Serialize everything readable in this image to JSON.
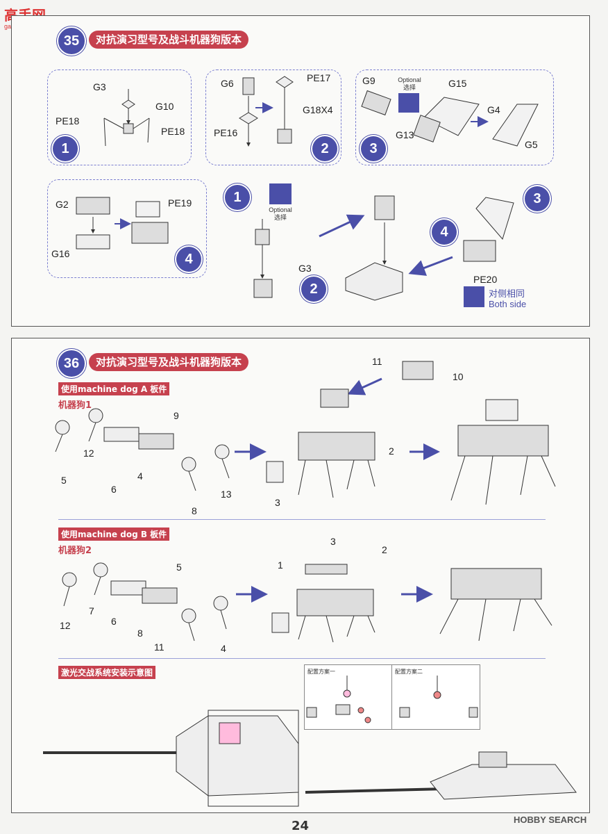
{
  "watermark": {
    "title": "高手网",
    "url": "gao-shou.com"
  },
  "step35": {
    "number": "35",
    "title": "对抗演习型号及战斗机器狗版本",
    "sub1": {
      "n": "1",
      "labels": [
        "G3",
        "G10",
        "PE18",
        "PE18"
      ]
    },
    "sub2": {
      "n": "2",
      "labels": [
        "G6",
        "PE17",
        "G18X4",
        "PE16"
      ]
    },
    "sub3": {
      "n": "3",
      "labels": [
        "G9",
        "G15",
        "G13",
        "G4",
        "G5"
      ],
      "optional_en": "Optional",
      "optional_cn": "选择"
    },
    "sub4": {
      "n": "4",
      "labels": [
        "G2",
        "PE19",
        "G16"
      ]
    },
    "final": {
      "n1": "1",
      "n2": "2",
      "n3": "3",
      "n4": "4",
      "optional_en": "Optional",
      "optional_cn": "选择",
      "g3": "G3",
      "pe20": "PE20",
      "both_cn": "对侧相同",
      "both_en": "Both side"
    }
  },
  "step36": {
    "number": "36",
    "title": "对抗演习型号及战斗机器狗版本",
    "dog_a": {
      "bar": "使用machine dog A 板件",
      "name": "机器狗1",
      "labels": [
        "11",
        "10",
        "9",
        "12",
        "6",
        "4",
        "5",
        "8",
        "13",
        "3",
        "2"
      ]
    },
    "dog_b": {
      "bar": "使用machine dog B 板件",
      "name": "机器狗2",
      "labels": [
        "5",
        "1",
        "3",
        "2",
        "7",
        "12",
        "6",
        "8",
        "11",
        "4"
      ]
    },
    "laser": {
      "bar": "激光交战系统安装示意图",
      "scheme1": "配置方案一",
      "scheme2": "配置方案二"
    }
  },
  "footer": {
    "page": "24",
    "brand": "HOBBY SEARCH"
  },
  "colors": {
    "accent": "#4a4fa8",
    "banner": "#c6414e"
  }
}
